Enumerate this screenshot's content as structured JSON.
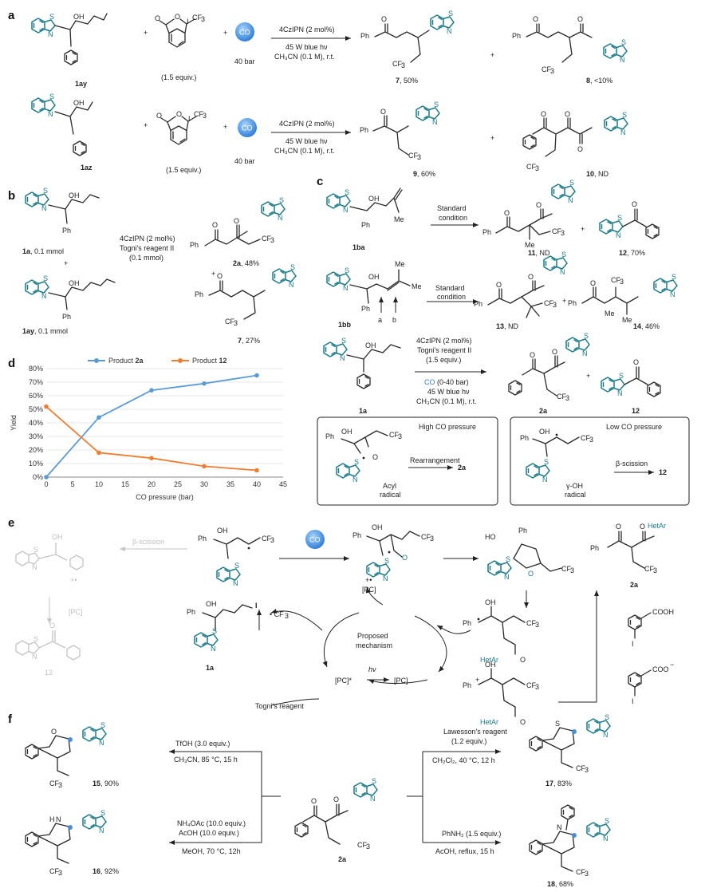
{
  "panels": {
    "a": "a",
    "b": "b",
    "c": "c",
    "d": "d",
    "e": "e",
    "f": "f"
  },
  "atoms": {
    "S": "S",
    "N": "N",
    "O": "O",
    "I": "I",
    "OH": "OH",
    "Ph": "Ph",
    "Me": "Me",
    "HO": "HO",
    "H": "H",
    "CF3": "CF",
    "sub3": "3"
  },
  "panel_a": {
    "row1": {
      "reactant": "1ay",
      "reagent_equiv": "(1.5 equiv.)",
      "co": "CO",
      "pressure": "40 bar",
      "cond1": "4CzIPN (2 mol%)",
      "cond2": "45 W blue hν",
      "cond3": "CH₃CN (0.1 M), r.t.",
      "p1_num": "7",
      "p1_yield": ", 50%",
      "p2_num": "8",
      "p2_yield": ", <10%"
    },
    "row2": {
      "reactant": "1az",
      "reagent_equiv": "(1.5 equiv.)",
      "co": "CO",
      "pressure": "40 bar",
      "cond1": "4CzIPN (2 mol%)",
      "cond2": "45 W blue hν",
      "cond3": "CH₃CN (0.1 M), r.t.",
      "p1_num": "9",
      "p1_yield": ", 60%",
      "p2_num": "10",
      "p2_yield": ", ND"
    }
  },
  "panel_b": {
    "r1": "1a",
    "r1_amt": ", 0.1 mmol",
    "r2": "1ay",
    "r2_amt": ", 0.1 mmol",
    "cond1": "4CzIPN (2 mol%)",
    "cond2": "Togni's reagent II",
    "cond3": "(0.1 mmol)",
    "p1_num": "2a",
    "p1_yield": ", 48%",
    "p2_num": "7",
    "p2_yield": ", 27%",
    "plus": "+"
  },
  "panel_c": {
    "row1": {
      "reactant": "1ba",
      "cond1": "Standard",
      "cond2": "condition",
      "p1_num": "11",
      "p1_yield": ", ND",
      "p2_num": "12",
      "p2_yield": ", 70%"
    },
    "row2": {
      "reactant": "1bb",
      "site_a": "a",
      "site_b": "b",
      "cond1": "Standard",
      "cond2": "condition",
      "p1_num": "13",
      "p1_yield": ", ND",
      "p2_num": "14",
      "p2_yield": ", 46%"
    },
    "row3": {
      "reactant": "1a",
      "cond1": "4CzIPN (2 mol%)",
      "cond2": "Togni's reagent II",
      "cond3": "(1.5 equiv.)",
      "cond4": "CO",
      "cond4b": " (0-40 bar)",
      "cond5": "45 W blue hν",
      "cond6": "CH₃CN (0.1 M), r.t.",
      "p1": "2a",
      "p2": "12"
    },
    "box_high": {
      "title": "High CO pressure",
      "step": "Rearrangement",
      "prod": "2a",
      "species1": "Acyl",
      "species2": "radical"
    },
    "box_low": {
      "title": "Low CO pressure",
      "step": "β-scission",
      "prod": "12",
      "species1": "γ-OH",
      "species2": "radical"
    }
  },
  "panel_e": {
    "beta": "β-scission",
    "pc": "[PC]",
    "pcplus": "[PC]",
    "pcstar": "[PC]*",
    "hv": "hν",
    "mech1": "Proposed",
    "mech2": "mechanism",
    "togni": "Togni's reagent",
    "int": "I",
    "sm": "1a",
    "ghost12": "12",
    "prod": "2a",
    "hetar": "HetAr",
    "cf3rad": "• CF",
    "co": "CO",
    "cooh": "COOH",
    "coo": "COO",
    "plus_dot": "+•",
    "plus": "+"
  },
  "panel_f": {
    "c15": "TfOH (3.0 equiv.)",
    "c15b": "CH₃CN, 85 °C, 15 h",
    "p15": "15",
    "y15": ", 90%",
    "c16": "NH₄OAc (10.0 equiv.)",
    "c16b": "AcOH (10.0 equiv.)",
    "c16c": "MeOH, 70 °C, 12h",
    "p16": "16",
    "y16": ", 92%",
    "c17": "Lawesson's reagent",
    "c17b": "(1.2 equiv.)",
    "c17c": "CH₂Cl₂, 40 °C, 12 h",
    "p17": "17",
    "y17": ", 83%",
    "c18": "PhNH₂ (1.5 equiv.)",
    "c18b": "AcOH, reflux, 15 h",
    "p18": "18",
    "y18": ", 68%",
    "center": "2a"
  },
  "chart_data": {
    "type": "line",
    "x": [
      0,
      10,
      20,
      30,
      40
    ],
    "series": [
      {
        "name": "Product 2a",
        "values": [
          0,
          44,
          64,
          69,
          75
        ],
        "color": "#5b9bd5"
      },
      {
        "name": "Product 12",
        "values": [
          52,
          18,
          14,
          8,
          5
        ],
        "color": "#ed7d31"
      }
    ],
    "legend_prefix": "Product ",
    "legend_2a": "2a",
    "legend_12": "12",
    "xlabel": "CO pressure (bar)",
    "ylabel": "Yield",
    "xlim": [
      0,
      45
    ],
    "ylim": [
      0,
      80
    ],
    "xticks": [
      0,
      5,
      10,
      15,
      20,
      25,
      30,
      35,
      40,
      45
    ],
    "yticks": [
      "0%",
      "10%",
      "20%",
      "30%",
      "40%",
      "50%",
      "60%",
      "70%",
      "80%"
    ],
    "grid": true,
    "legend": "top"
  }
}
